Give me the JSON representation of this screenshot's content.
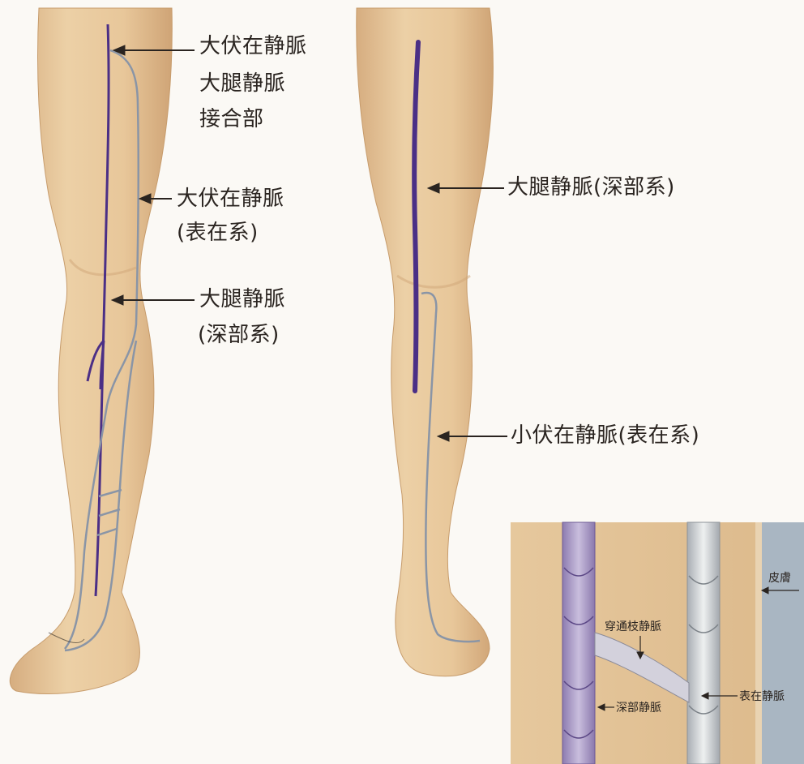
{
  "colors": {
    "skin": "#e7c69a",
    "skin_shadow": "#cfa577",
    "deep_vein": "#4b2f86",
    "superficial_vein": "#8a95a6",
    "arrow": "#2a2420"
  },
  "front_leg_labels": {
    "junction": [
      "大伏在静脈",
      "大腿静脈",
      "接合部"
    ],
    "great_saphenous": [
      "大伏在静脈",
      "(表在系)"
    ],
    "femoral": [
      "大腿静脈",
      "(深部系)"
    ]
  },
  "back_leg_labels": {
    "femoral": "大腿静脈(深部系)",
    "small_saphenous": "小伏在静脈(表在系)"
  },
  "inset_labels": {
    "skin": "皮膚",
    "perforator": "穿通枝静脈",
    "superficial": "表在静脈",
    "deep": "深部静脈"
  }
}
